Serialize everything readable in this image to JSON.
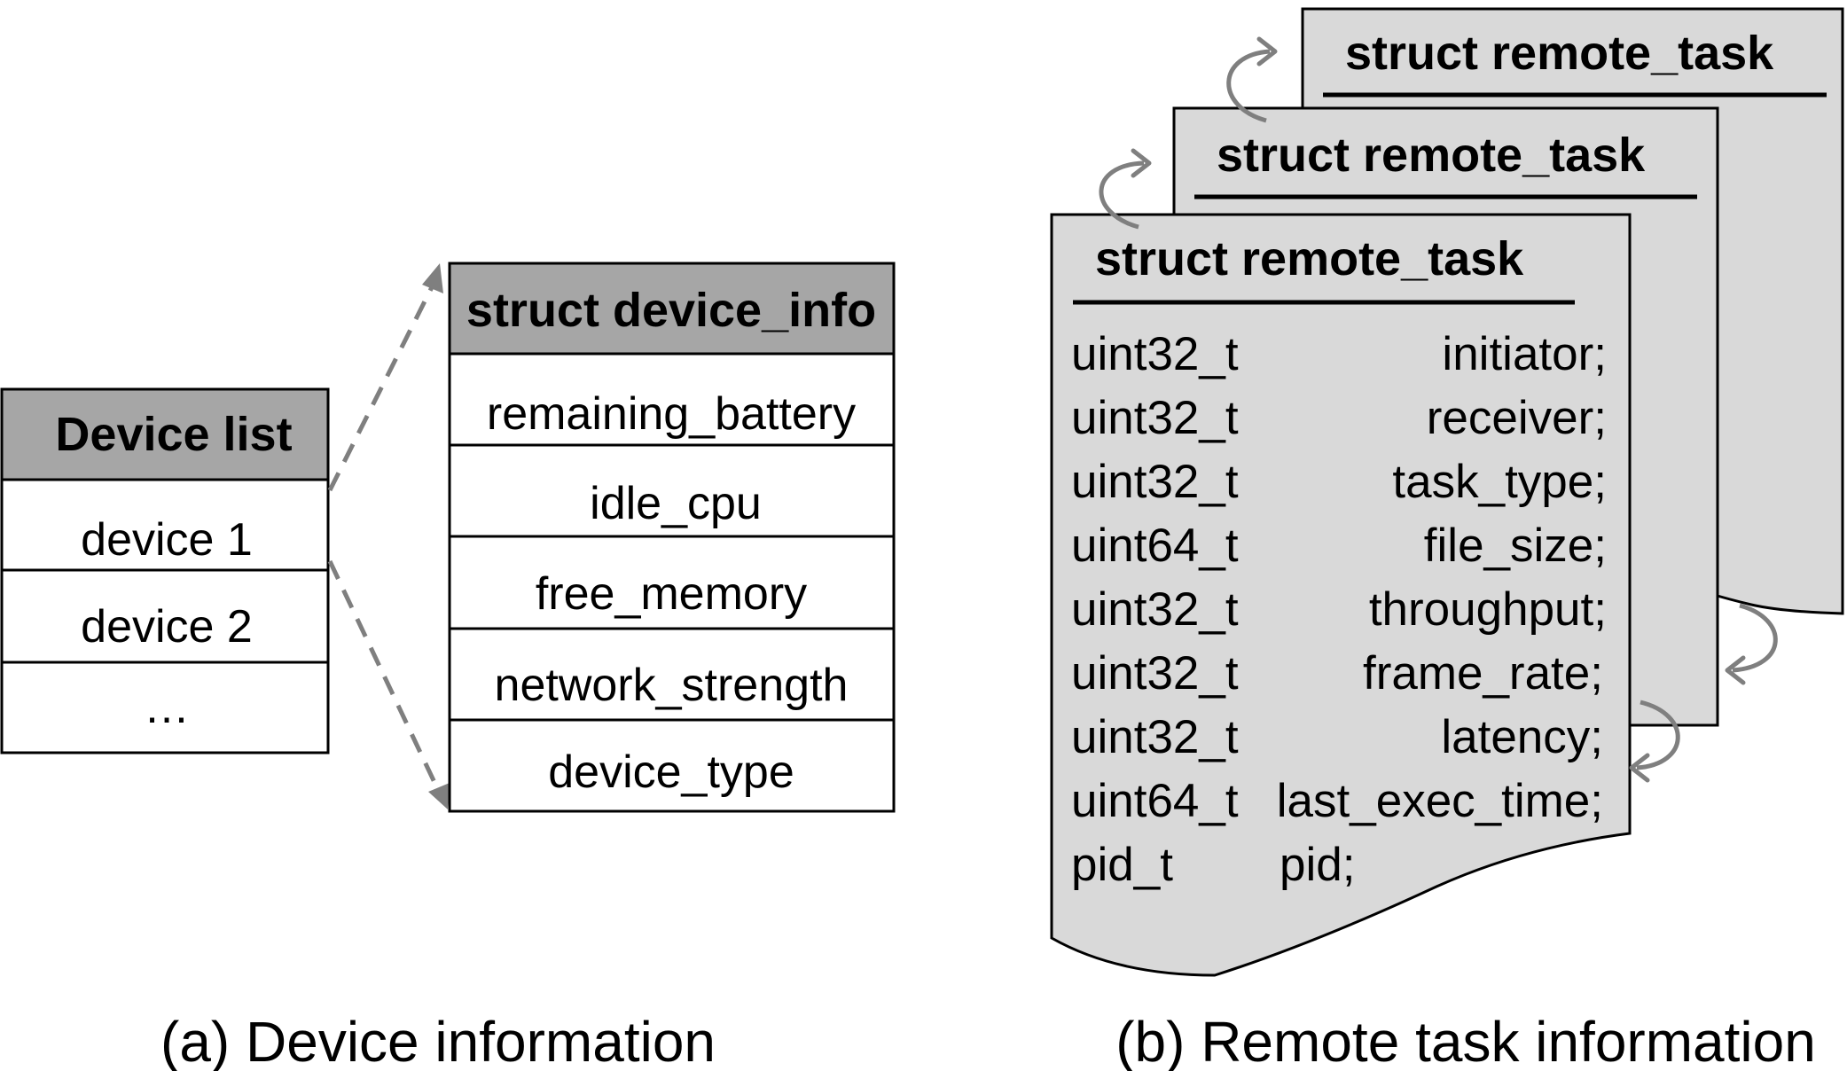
{
  "device_list": {
    "title": "Device list",
    "items": [
      "device 1",
      "device 2",
      "…"
    ]
  },
  "device_info": {
    "title": "struct device_info",
    "fields": [
      "remaining_battery",
      "idle_cpu",
      "free_memory",
      "network_strength",
      "device_type"
    ]
  },
  "remote_task": {
    "title": "struct remote_task",
    "fields": [
      {
        "type": "uint32_t",
        "name": "initiator;"
      },
      {
        "type": "uint32_t",
        "name": "receiver;"
      },
      {
        "type": "uint32_t",
        "name": "task_type;"
      },
      {
        "type": "uint64_t",
        "name": "file_size;"
      },
      {
        "type": "uint32_t",
        "name": "throughput;"
      },
      {
        "type": "uint32_t",
        "name": "frame_rate;"
      },
      {
        "type": "uint32_t",
        "name": "latency;"
      },
      {
        "type": "uint64_t",
        "name": "last_exec_time;"
      },
      {
        "type": "pid_t",
        "name": "pid;"
      }
    ]
  },
  "captions": {
    "a": "(a) Device information",
    "b": "(b) Remote task information"
  },
  "colors": {
    "header_fill": "#a6a6a6",
    "page_fill": "#d9d9d9",
    "arrow_gray": "#7f7f7f"
  }
}
